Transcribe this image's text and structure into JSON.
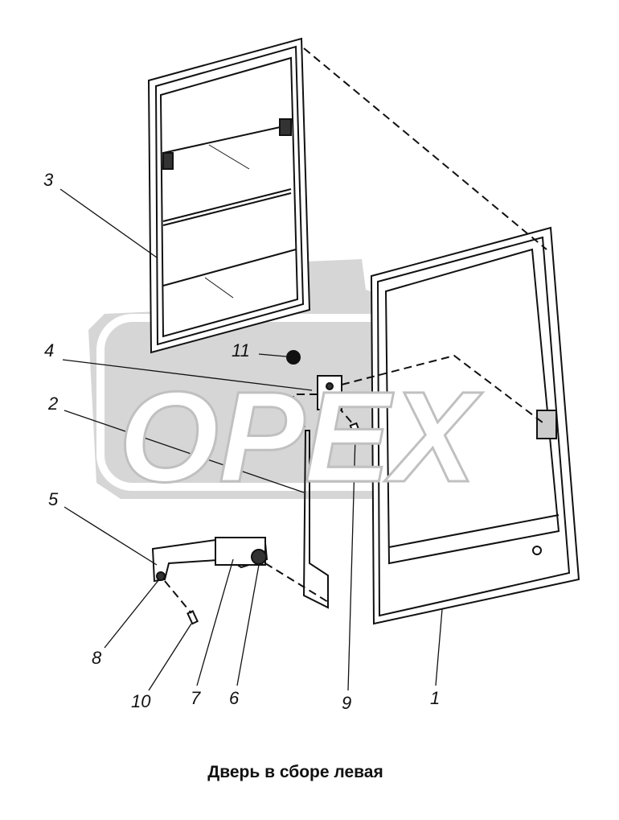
{
  "title": "Дверь в сборе левая",
  "watermark": "OPEX",
  "callouts": [
    "1",
    "2",
    "3",
    "4",
    "5",
    "6",
    "7",
    "8",
    "9",
    "10",
    "11"
  ],
  "colors": {
    "watermark_fill": "#d4d4d4",
    "line": "#111111"
  }
}
